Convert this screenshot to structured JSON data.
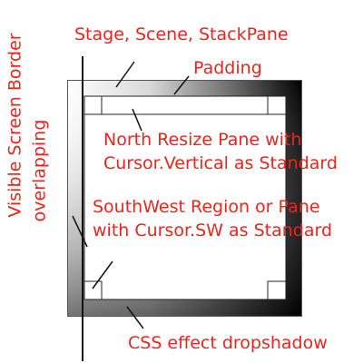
{
  "colors": {
    "annotation": "#e8261f",
    "line": "#111111",
    "frame_dark": "#000000",
    "frame_light": "#ffffff",
    "inner_fill": "#ffffff"
  },
  "labels": {
    "stage_scene": "Stage, Scene, StackPane",
    "padding": "Padding",
    "north_line1": "North Resize Pane with",
    "north_line2": "Cursor.Vertical as Standard",
    "southwest_line1": "SouthWest Region or Pane",
    "southwest_line2": "with Cursor.SW as Standard",
    "dropshadow": "CSS effect dropshadow",
    "border_line1": "Visible Screen Border",
    "border_line2": "overlapping"
  }
}
